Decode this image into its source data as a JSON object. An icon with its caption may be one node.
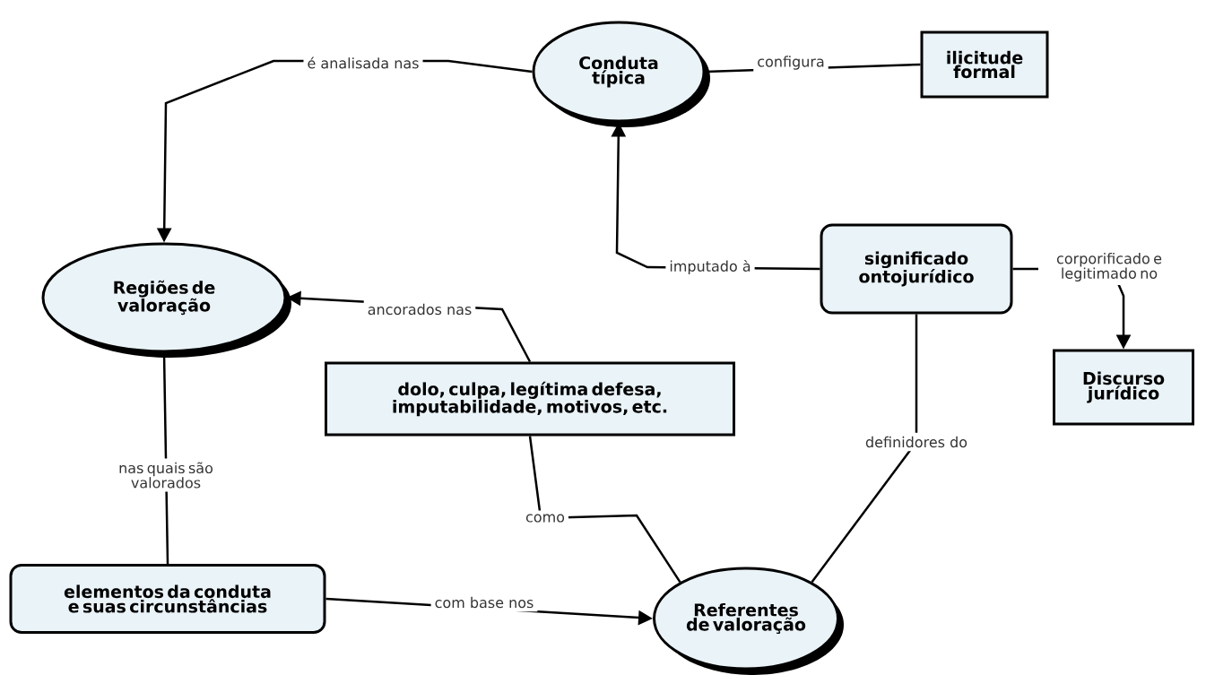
{
  "diagram": {
    "nodes": [
      {
        "text": [
          "Conduta típica"
        ]
      },
      {
        "text": [
          "ilicitude formal"
        ]
      },
      {
        "text": [
          "Regiões de valoração"
        ]
      },
      {
        "text": [
          "significado ontojurídico"
        ]
      },
      {
        "text": [
          "Discurso jurídico"
        ]
      },
      {
        "text": [
          "dolo, culpa, legítima defesa, imputabilidade, motivos, etc."
        ]
      },
      {
        "text": [
          "elementos da conduta e suas circunstâncias"
        ]
      },
      {
        "text": [
          "Referentes de valoração"
        ]
      }
    ],
    "edges": [
      {
        "from": 0,
        "to": 2,
        "arrow": "to",
        "label": "é analisada nas"
      },
      {
        "from": 0,
        "to": 1,
        "arrow": "none",
        "label": "configura"
      },
      {
        "from": 3,
        "to": 0,
        "arrow": "to",
        "label": "imputado à"
      },
      {
        "from": 3,
        "to": 4,
        "arrow": "to",
        "label": "corporificado e legitimado no"
      },
      {
        "from": 5,
        "to": 2,
        "arrow": "to",
        "label": "ancorados nas"
      },
      {
        "from": 2,
        "to": 6,
        "arrow": "none",
        "label": "nas quais são valorados"
      },
      {
        "from": 6,
        "to": 7,
        "arrow": "to",
        "label": "com base nos"
      },
      {
        "from": 5,
        "to": 7,
        "arrow": "none",
        "label": "como"
      },
      {
        "from": 7,
        "to": 3,
        "arrow": "none",
        "label": "definidores do"
      }
    ]
  }
}
